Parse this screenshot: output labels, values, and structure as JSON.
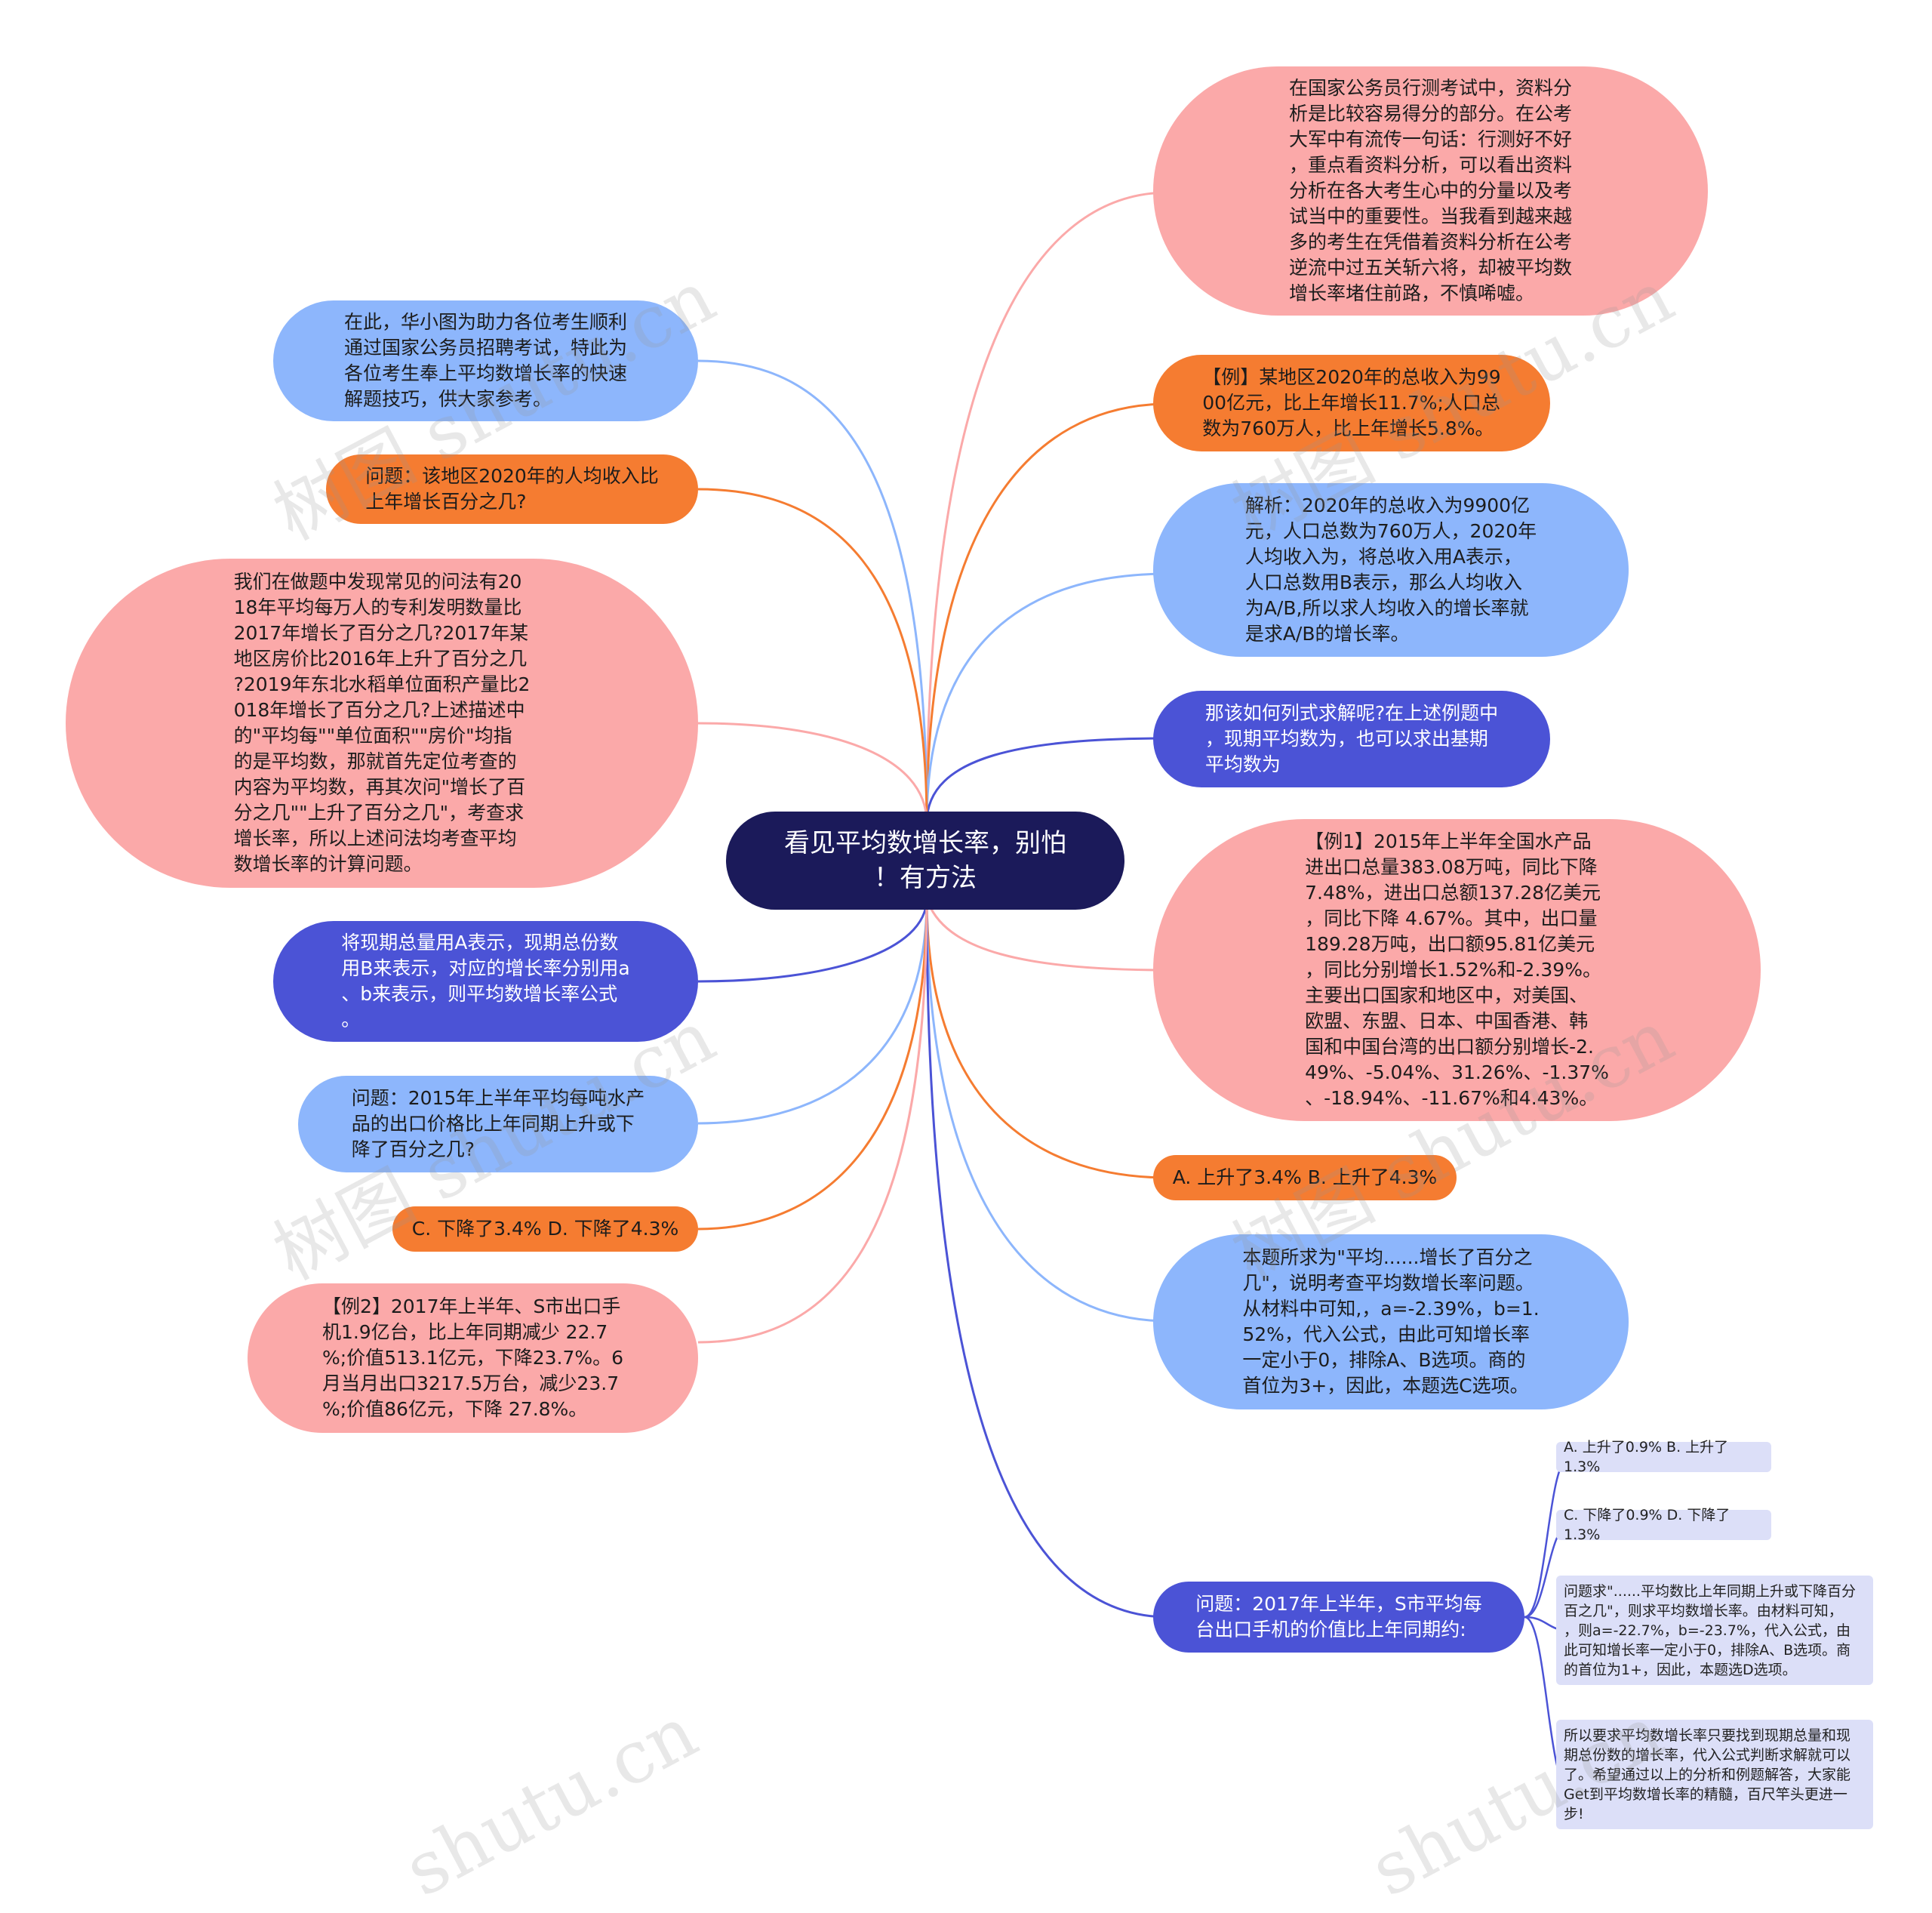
{
  "center": {
    "text": "看见平均数增长率，别怕\n！有方法"
  },
  "nodes": [
    {
      "id": "r1",
      "text": "在国家公务员行测考试中，资料分\n析是比较容易得分的部分。在公考\n大军中有流传一句话：行测好不好\n，重点看资料分析，可以看出资料\n分析在各大考生心中的分量以及考\n试当中的重要性。当我看到越来越\n多的考生在凭借着资料分析在公考\n逆流中过五关斩六将，却被平均数\n增长率堵住前路，不慎唏嘘。"
    },
    {
      "id": "r2",
      "text": "【例】某地区2020年的总收入为99\n00亿元，比上年增长11.7%;人口总\n数为760万人，比上年增长5.8%。"
    },
    {
      "id": "r3",
      "text": "解析：2020年的总收入为9900亿\n元，人口总数为760万人，2020年\n人均收入为，将总收入用A表示，\n人口总数用B表示，那么人均收入\n为A/B,所以求人均收入的增长率就\n是求A/B的增长率。"
    },
    {
      "id": "r4",
      "text": "那该如何列式求解呢?在上述例题中\n，现期平均数为，也可以求出基期\n平均数为"
    },
    {
      "id": "r5",
      "text": "【例1】2015年上半年全国水产品\n进出口总量383.08万吨，同比下降\n7.48%，进出口总额137.28亿美元\n，同比下降 4.67%。其中，出口量\n189.28万吨，出口额95.81亿美元\n，同比分别增长1.52%和-2.39%。\n主要出口国家和地区中，对美国、\n欧盟、东盟、日本、中国香港、韩\n国和中国台湾的出口额分别增长-2.\n49%、-5.04%、31.26%、-1.37%\n、-18.94%、-11.67%和4.43%。"
    },
    {
      "id": "r6",
      "text": "A. 上升了3.4% B. 上升了4.3%"
    },
    {
      "id": "r7",
      "text": "本题所求为\"平均......增长了百分之\n几\"，说明考查平均数增长率问题。\n从材料中可知,，a=-2.39%，b=1.\n52%，代入公式，由此可知增长率\n一定小于0，排除A、B选项。商的\n首位为3+，因此，本题选C选项。"
    },
    {
      "id": "r8",
      "text": "问题：2017年上半年，S市平均每\n台出口手机的价值比上年同期约:"
    },
    {
      "id": "l1",
      "text": "在此，华小图为助力各位考生顺利\n通过国家公务员招聘考试，特此为\n各位考生奉上平均数增长率的快速\n解题技巧，供大家参考。"
    },
    {
      "id": "l2",
      "text": "问题：该地区2020年的人均收入比\n上年增长百分之几?"
    },
    {
      "id": "l3",
      "text": "我们在做题中发现常见的问法有20\n18年平均每万人的专利发明数量比\n2017年增长了百分之几?2017年某\n地区房价比2016年上升了百分之几\n?2019年东北水稻单位面积产量比2\n018年增长了百分之几?上述描述中\n的\"平均每\"\"单位面积\"\"房价\"均指\n的是平均数，那就首先定位考查的\n内容为平均数，再其次问\"增长了百\n分之几\"\"上升了百分之几\"，考查求\n增长率，所以上述问法均考查平均\n数增长率的计算问题。"
    },
    {
      "id": "l4",
      "text": "将现期总量用A表示，现期总份数\n用B来表示，对应的增长率分别用a\n、b来表示，则平均数增长率公式\n。"
    },
    {
      "id": "l5",
      "text": "问题：2015年上半年平均每吨水产\n品的出口价格比上年同期上升或下\n降了百分之几?"
    },
    {
      "id": "l6",
      "text": "C. 下降了3.4% D. 下降了4.3%"
    },
    {
      "id": "l7",
      "text": "【例2】2017年上半年、S市出口手\n机1.9亿台，比上年同期减少 22.7\n%;价值513.1亿元，下降23.7%。6\n月当月出口3217.5万台，减少23.7\n%;价值86亿元，下降 27.8%。"
    },
    {
      "id": "s1",
      "text": "A. 上升了0.9% B. 上升了1.3%"
    },
    {
      "id": "s2",
      "text": "C. 下降了0.9% D. 下降了1.3%"
    },
    {
      "id": "s3",
      "text": "问题求\"......平均数比上年同期上升或下降百分\n百之几\"，则求平均数增长率。由材料可知，\n，则a=-22.7%，b=-23.7%，代入公式，由\n此可知增长率一定小于0，排除A、B选项。商\n的首位为1+，因此，本题选D选项。"
    },
    {
      "id": "s4",
      "text": "所以要求平均数增长率只要找到现期总量和现\n期总份数的增长率，代入公式判断求解就可以\n了。希望通过以上的分析和例题解答，大家能\nGet到平均数增长率的精髓，百尺竿头更进一\n步!"
    }
  ],
  "watermark": [
    "树图 shutu.cn",
    "树图 shutu.cn",
    "树图 shutu.cn",
    "树图 shutu.cn",
    "shutu.cn",
    "shutu.cn"
  ],
  "colors": {
    "center": "#1b1a5a",
    "pink": "#fba9a9",
    "orange": "#f57c31",
    "blue": "#8db6fc",
    "indigo": "#4b53d6",
    "lavender": "#dcdff8"
  }
}
